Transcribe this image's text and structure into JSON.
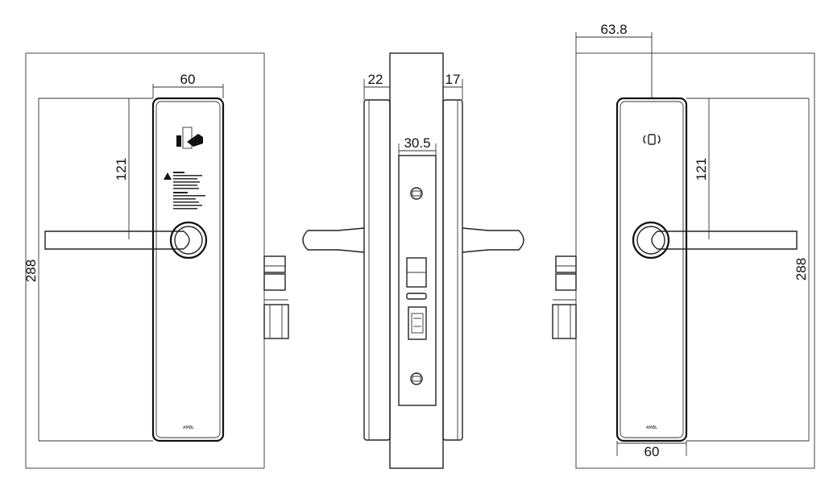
{
  "drawing": {
    "front_view": {
      "dims": {
        "width": "60",
        "height": "288",
        "handle_height": "121"
      },
      "brand": "AMBL"
    },
    "side_view": {
      "dims": {
        "left_thickness": "22",
        "right_thickness": "17",
        "faceplate_width": "30.5"
      }
    },
    "back_view": {
      "dims": {
        "top_offset": "63.8",
        "height": "288",
        "handle_height": "121",
        "width": "60"
      },
      "brand": "AMBL",
      "icons": [
        "rfid-icon"
      ]
    }
  }
}
